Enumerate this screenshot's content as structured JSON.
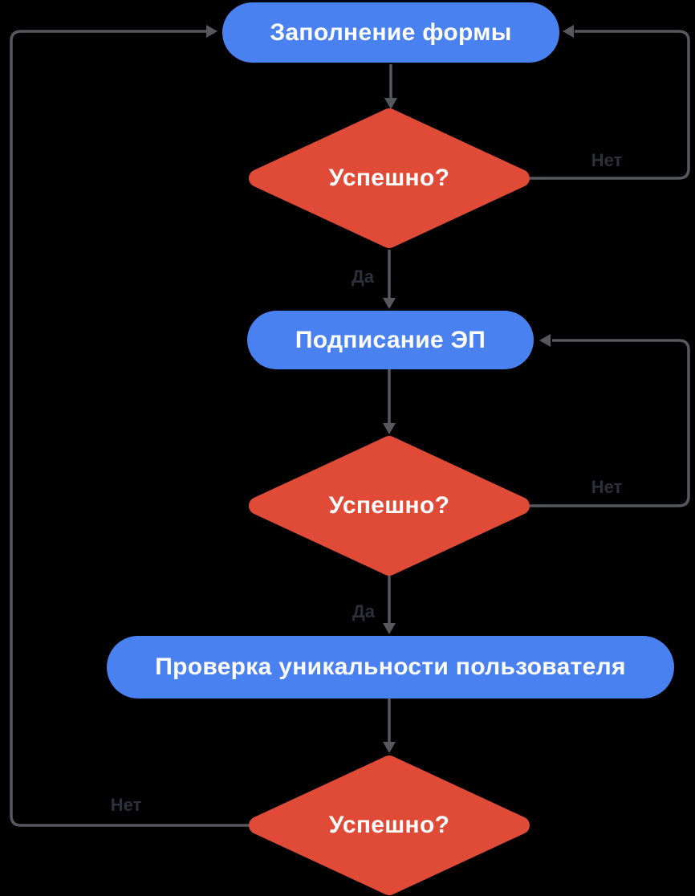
{
  "colors": {
    "background": "#000000",
    "process": "#4a81f1",
    "decision": "#e04b38",
    "connector": "#56585c",
    "labelcolor": "#2b303a",
    "nodetext": "#ffffff"
  },
  "nodes": [
    {
      "id": "fill-form",
      "type": "process",
      "label": "Заполнение формы"
    },
    {
      "id": "check-1",
      "type": "decision",
      "label": "Успешно?"
    },
    {
      "id": "sign-ep",
      "type": "process",
      "label": "Подписание ЭП"
    },
    {
      "id": "check-2",
      "type": "decision",
      "label": "Успешно?"
    },
    {
      "id": "uniqueness",
      "type": "process",
      "label": "Проверка уникальности пользователя"
    },
    {
      "id": "check-3",
      "type": "decision",
      "label": "Успешно?"
    }
  ],
  "edge_labels": [
    {
      "id": "no-1",
      "text": "Нет"
    },
    {
      "id": "yes-1",
      "text": "Да"
    },
    {
      "id": "no-2",
      "text": "Нет"
    },
    {
      "id": "yes-2",
      "text": "Да"
    },
    {
      "id": "no-3",
      "text": "Нет"
    }
  ],
  "edges": [
    {
      "from": "fill-form",
      "to": "check-1",
      "label": ""
    },
    {
      "from": "check-1",
      "to": "fill-form",
      "label": "Нет"
    },
    {
      "from": "check-1",
      "to": "sign-ep",
      "label": "Да"
    },
    {
      "from": "sign-ep",
      "to": "check-2",
      "label": ""
    },
    {
      "from": "check-2",
      "to": "sign-ep",
      "label": "Нет"
    },
    {
      "from": "check-2",
      "to": "uniqueness",
      "label": "Да"
    },
    {
      "from": "uniqueness",
      "to": "check-3",
      "label": ""
    },
    {
      "from": "check-3",
      "to": "fill-form",
      "label": "Нет"
    }
  ]
}
